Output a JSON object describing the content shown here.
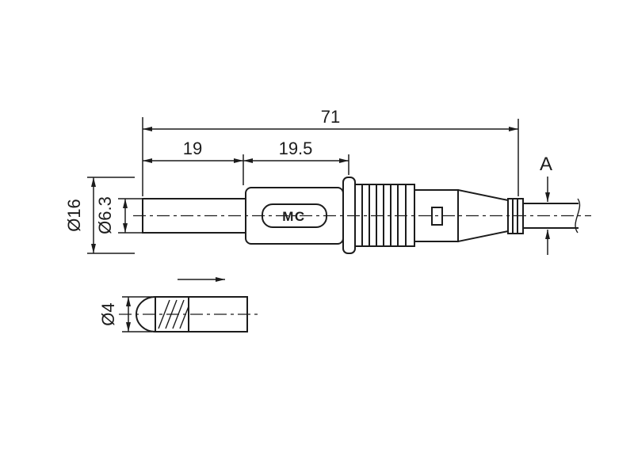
{
  "drawing": {
    "brand_label": "MC",
    "dimensions": {
      "overall_length": "71",
      "sleeve_length": "19",
      "body_length": "19.5",
      "flange_diameter": "Ø16",
      "sleeve_diameter": "Ø6.3",
      "pin_diameter": "Ø4",
      "cable_section_label": "A"
    },
    "colors": {
      "line": "#1c1c1c",
      "badge_fill": "#3f3f3f",
      "badge_text": "#ececec",
      "background": "#ffffff"
    }
  }
}
